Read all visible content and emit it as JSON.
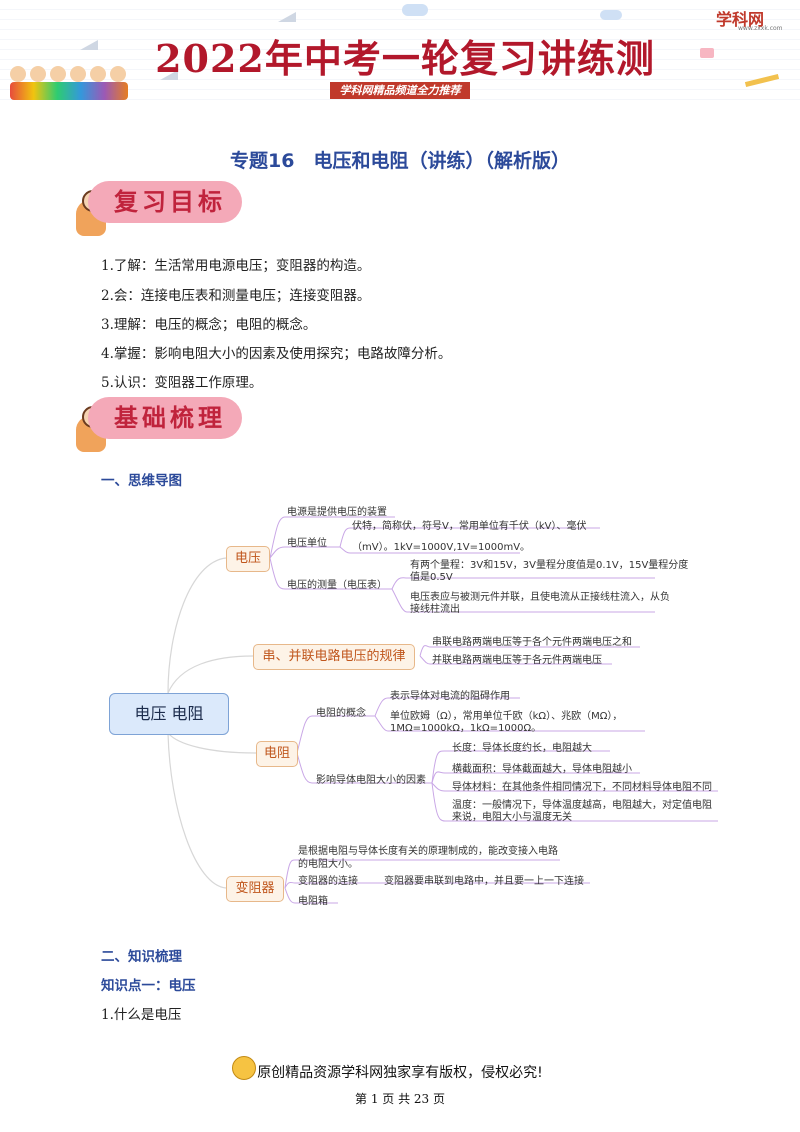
{
  "banner": {
    "title": "2022年中考一轮复习讲练测",
    "subtitle": "学科网精品频道全力推荐",
    "logo": "学科网",
    "logo_url": "www.zxxk.com"
  },
  "doc_title": "专题16　电压和电阻（讲练）（解析版）",
  "sections": {
    "review_goals": "复习目标",
    "basics": "基础梳理"
  },
  "goals": [
    "1.了解：生活常用电源电压；变阻器的构造。",
    "2.会：连接电压表和测量电压；连接变阻器。",
    "3.理解：电压的概念；电阻的概念。",
    "4.掌握：影响电阻大小的因素及使用探究；电路故障分析。",
    "5.认识：变阻器工作原理。"
  ],
  "mindmap_heading": "一、思维导图",
  "mindmap": {
    "root": "电压  电阻",
    "voltage": {
      "label": "电压",
      "source": "电源是提供电压的装置",
      "unit_label": "电压单位",
      "unit_desc_1": "伏特，简称伏，符号V，常用单位有千伏（kV）、毫伏",
      "unit_desc_2": "（mV）。1kV=1000V,1V=1000mV。",
      "measure_label": "电压的测量（电压表）",
      "measure_1a": "有两个量程：3V和15V，3V量程分度值是0.1V，15V量程分度",
      "measure_1b": "值是0.5V",
      "measure_2a": "电压表应与被测元件并联，且使电流从正接线柱流入，从负",
      "measure_2b": "接线柱流出"
    },
    "law": {
      "label": "串、并联电路电压的规律",
      "series": "串联电路两端电压等于各个元件两端电压之和",
      "parallel": "并联电路两端电压等于各元件两端电压"
    },
    "resistance": {
      "label": "电阻",
      "concept_label": "电阻的概念",
      "concept_1": "表示导体对电流的阻碍作用",
      "concept_2a": "单位欧姆（Ω），常用单位千欧（kΩ）、兆欧（MΩ），",
      "concept_2b": "1MΩ=1000kΩ，1kΩ=1000Ω。",
      "factor_label": "影响导体电阻大小的因素",
      "factor_length": "长度：导体长度约长，电阻越大",
      "factor_area": "横截面积：导体截面越大，导体电阻越小",
      "factor_material": "导体材料：在其他条件相同情况下，不同材料导体电阻不同",
      "factor_temp_a": "温度：一般情况下，导体温度越高，电阻越大，对定值电阻",
      "factor_temp_b": "来说，电阻大小与温度无关"
    },
    "rheostat": {
      "label": "变阻器",
      "principle_a": "是根据电阻与导体长度有关的原理制成的，能改变接入电路",
      "principle_b": "的电阻大小。",
      "connect_label": "变阻器的连接",
      "connect_desc": "变阻器要串联到电路中，并且要一上一下连接",
      "box": "电阻箱"
    }
  },
  "knowledge_heading": "二、知识梳理",
  "point1_heading": "知识点一：电压",
  "point1_item": "1.什么是电压",
  "footer": {
    "copyright": "原创精品资源学科网独家享有版权，侵权必究!",
    "page": "第 1 页 共 23 页"
  }
}
